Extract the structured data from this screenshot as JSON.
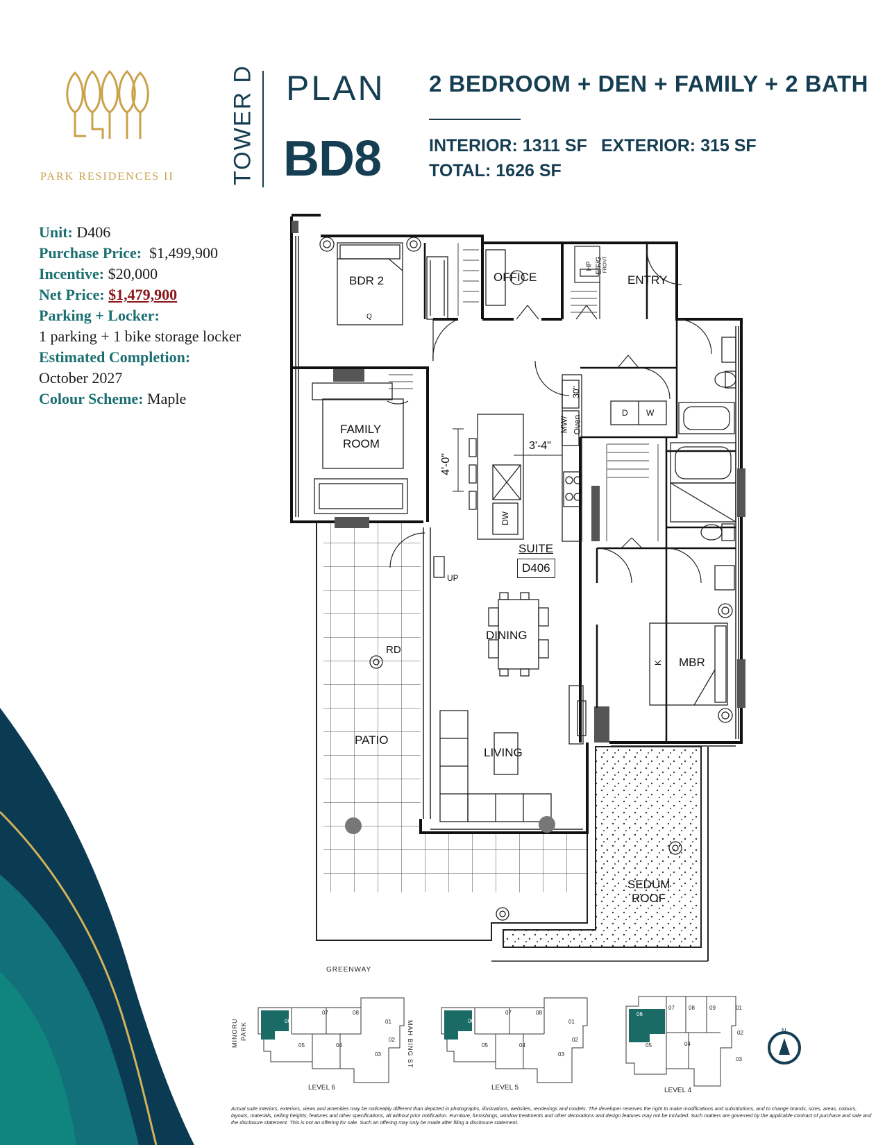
{
  "brand": {
    "name": "PARK RESIDENCES II",
    "colors": {
      "gold": "#c9a24a",
      "navy": "#163e52",
      "teal": "#1b6f71",
      "red": "#8a1518"
    }
  },
  "header": {
    "tower": "TOWER D",
    "plan_word": "PLAN",
    "plan_code": "BD8",
    "title": "2 BEDROOM + DEN + FAMILY + 2 BATH",
    "interior": "INTERIOR: 1311 SF",
    "exterior": "EXTERIOR: 315 SF",
    "total": "TOTAL: 1626 SF"
  },
  "info": {
    "unit_label": "Unit:",
    "unit_value": "D406",
    "price_label": "Purchase Price:",
    "price_value": "$1,499,900",
    "incentive_label": "Incentive:",
    "incentive_value": "$20,000",
    "net_label": "Net Price:",
    "net_value": "$1,479,900",
    "parking_label": "Parking + Locker:",
    "parking_value": "1 parking + 1 bike storage locker",
    "completion_label": "Estimated Completion:",
    "completion_value": "October 2027",
    "scheme_label": "Colour Scheme:",
    "scheme_value": "Maple"
  },
  "plan": {
    "rooms": {
      "bdr2": "BDR 2",
      "office": "OFFICE",
      "entry": "ENTRY",
      "family1": "FAMILY",
      "family2": "ROOM",
      "suite": "SUITE",
      "suite_num": "D406",
      "dining": "DINING",
      "mbr": "MBR",
      "patio": "PATIO",
      "living": "LIVING",
      "sedum1": "SEDUM",
      "sedum2": "ROOF"
    },
    "labels": {
      "q": "Q",
      "k": "K",
      "hp": "HP",
      "efg": "E/F/G",
      "front": "FRONT",
      "d": "D",
      "w": "W",
      "dw": "DW",
      "mw_oven1": "MW/",
      "mw_oven2": "Oven",
      "thirty": "30\"",
      "dim_1": "3'-4\"",
      "dim_2": "4'-0\"",
      "up": "UP",
      "rd": "RD"
    }
  },
  "keyplans": {
    "greenway": "GREENWAY",
    "minoru": "MINORU",
    "park": "PARK",
    "mahbing": "MAH BING ST",
    "level6": "LEVEL 6",
    "level5": "LEVEL 5",
    "level4": "LEVEL 4",
    "units": [
      "01",
      "02",
      "03",
      "04",
      "05",
      "06",
      "07",
      "08",
      "09"
    ],
    "north": "N"
  },
  "disclaimer": "Actual suite interiors, exteriors, views and amenities may be noticeably different than depicted in photographs, illustrations, websites, renderings and models. The developer reserves the right to make modifications and substitutions, and to change brands, sizes, areas, colours, layouts, materials, ceiling heights, features and other specifications, all without prior notification. Furniture, furnishings, window treatments and other decorations and design features may not be included. Such matters are governed by the applicable contract of purchase and sale and the disclosure statement. This is not an offering for sale. Such an offering may only be made after filing a disclosure statement."
}
